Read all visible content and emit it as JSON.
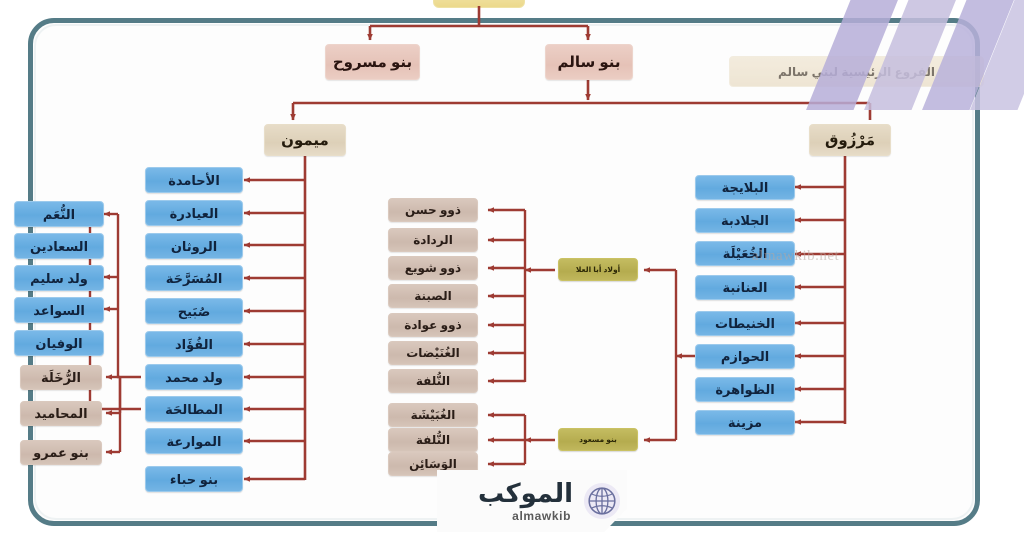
{
  "meta": {
    "title_banner": "",
    "header_note": "الفروع الرئيسية لبني سالم",
    "watermark": "almawkib.net"
  },
  "logo": {
    "arabic": "الموكب",
    "latin": "almawkib",
    "icon": "globe-icon"
  },
  "tree": {
    "top_row": [
      {
        "label": "بنو مسروح",
        "color": "#e5c2b7"
      },
      {
        "label": "بنو سالم",
        "color": "#e5c2b7"
      }
    ],
    "level2": [
      {
        "label": "ميمون",
        "color": "#ddd0b8"
      },
      {
        "label": "مَرْزُوق",
        "color": "#ddd0b8"
      }
    ],
    "maymoun_children": [
      "الأحامدة",
      "العيادرة",
      "الروثان",
      "المُسَرَّحَة",
      "صُبَيح",
      "الفُؤَاد",
      "ولد محمد",
      "المطالحَة",
      "الموارعة",
      "بنو حباء"
    ],
    "marzouq_children": [
      "البلايجة",
      "الجلادبة",
      "الخُعَيْلَة",
      "العنانبة",
      "الخنيطات",
      "الحوازم",
      "الظواهرة",
      "مزينة"
    ],
    "far_left_blue": [
      "النُّعَم",
      "السعادين",
      "ولد سليم",
      "السواعد",
      "الوفيان"
    ],
    "far_left_tan": [
      "الرُّخَلَة",
      "المحاميد",
      "بنو عمرو"
    ],
    "abal_ala": {
      "label": "أولاد أبا العلا",
      "children": [
        "ذوو حسن",
        "الردادة",
        "ذوو شويع",
        "الصبنة",
        "ذوو عوادة",
        "الغُنَيْضات",
        "النُّلفة"
      ]
    },
    "banu_masoud": {
      "label": "بنو مسعود",
      "children": [
        "الغُبَيْشَة",
        "النُّلفة",
        "الوَسَائِن"
      ]
    }
  },
  "colors": {
    "frame": "#557c87",
    "connector": "#9e3b33",
    "blue_node": "#62aadf",
    "tan_node": "#cdb9ad",
    "pink_node": "#e5c2b7",
    "cream_node": "#ddd0b8",
    "olive_node": "#b5ac4f",
    "ribbon": "#b6aed8"
  }
}
